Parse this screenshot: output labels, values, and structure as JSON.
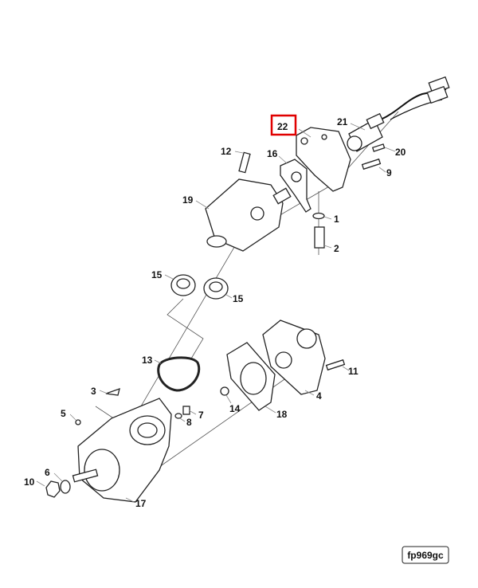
{
  "diagram": {
    "callouts": [
      "22",
      "21",
      "20",
      "16",
      "12",
      "9",
      "19",
      "1",
      "2",
      "15",
      "15",
      "13",
      "11",
      "3",
      "4",
      "14",
      "18",
      "5",
      "7",
      "8",
      "6",
      "10",
      "17"
    ],
    "highlighted_callout": "22",
    "highlight_color": "#e00000",
    "figure_id": "fp969gc"
  }
}
